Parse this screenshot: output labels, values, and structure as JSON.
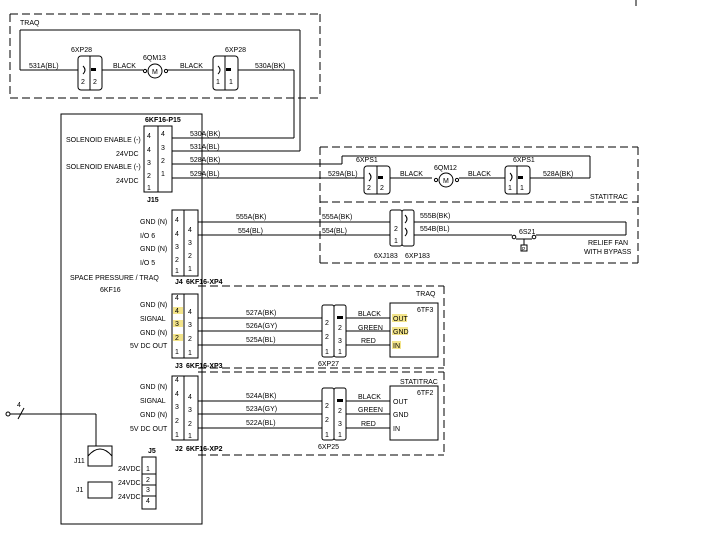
{
  "labels": {
    "traq_top": "TRAQ",
    "statitrac": "STATITRAC",
    "traq_sensor": "TRAQ",
    "statitrac_sensor": "STATITRAC",
    "controller_name": "SPACE PRESSURE / TRAQ",
    "controller_ref": "6KF16",
    "relief_fan_1": "RELIEF FAN",
    "relief_fan_2": "WITH BYPASS",
    "wire_4": "4"
  },
  "connectors": {
    "p15": "6KF16-P15",
    "j15": "J15",
    "j4": "J4",
    "xp4": "6KF16-XP4",
    "j3": "J3",
    "xp3": "6KF16-XP3",
    "j2": "J2",
    "xp2": "6KF16-XP2",
    "j11": "J11",
    "j1": "J1",
    "j5": "J5",
    "xp28_left": "6XP28",
    "xp28_right": "6XP28",
    "xps1_left": "6XPS1",
    "xps1_right": "6XPS1",
    "xj183": "6XJ183",
    "xp183": "6XP183",
    "xp27": "6XP27",
    "xp25": "6XP25"
  },
  "devices": {
    "qm13": "6QM13",
    "qm12": "6QM12",
    "s21": "6S21",
    "tf3": "6TF3",
    "tf2": "6TF2",
    "motor": "M"
  },
  "j15_labels": [
    "SOLENOID ENABLE (-)",
    "24VDC",
    "SOLENOID ENABLE (-)",
    "24VDC"
  ],
  "j4_labels": [
    "GND (N)",
    "I/O 6",
    "GND (N)",
    "I/O 5"
  ],
  "j3_labels": [
    "GND (N)",
    "SIGNAL",
    "GND (N)",
    "5V DC OUT"
  ],
  "j2_labels": [
    "GND (N)",
    "SIGNAL",
    "GND (N)",
    "5V DC OUT"
  ],
  "j5_labels": [
    "24VDC",
    "24VDC",
    "24VDC"
  ],
  "wires": {
    "w531a_bl": "531A(BL)",
    "w530a_bk": "530A(BK)",
    "black_1": "BLACK",
    "black_2": "BLACK",
    "w530a_bk_j15": "530A(BK)",
    "w531a_bl_j15": "531A(BL)",
    "w528a_bk_j15": "528A(BK)",
    "w529a_bl_j15": "529A(BL)",
    "w529a_bl": "529A(BL)",
    "black_3": "BLACK",
    "black_4": "BLACK",
    "w528a_bk": "528A(BK)",
    "w555a_bk_1": "555A(BK)",
    "w554_bl_1": "554(BL)",
    "w555a_bk_2": "555A(BK)",
    "w554_bl_2": "554(BL)",
    "w555b_bk": "555B(BK)",
    "w554b_bl": "554B(BL)",
    "w527a_bk": "527A(BK)",
    "w526a_gy": "526A(GY)",
    "w525a_bl": "525A(BL)",
    "w524a_bk": "524A(BK)",
    "w523a_gy": "523A(GY)",
    "w522a_bl": "522A(BL)"
  },
  "colors_traq": [
    "BLACK",
    "GREEN",
    "RED"
  ],
  "colors_statitrac": [
    "BLACK",
    "GREEN",
    "RED"
  ],
  "tf3_terms": [
    "OUT",
    "GND",
    "IN"
  ],
  "tf2_terms": [
    "OUT",
    "GND",
    "IN"
  ]
}
